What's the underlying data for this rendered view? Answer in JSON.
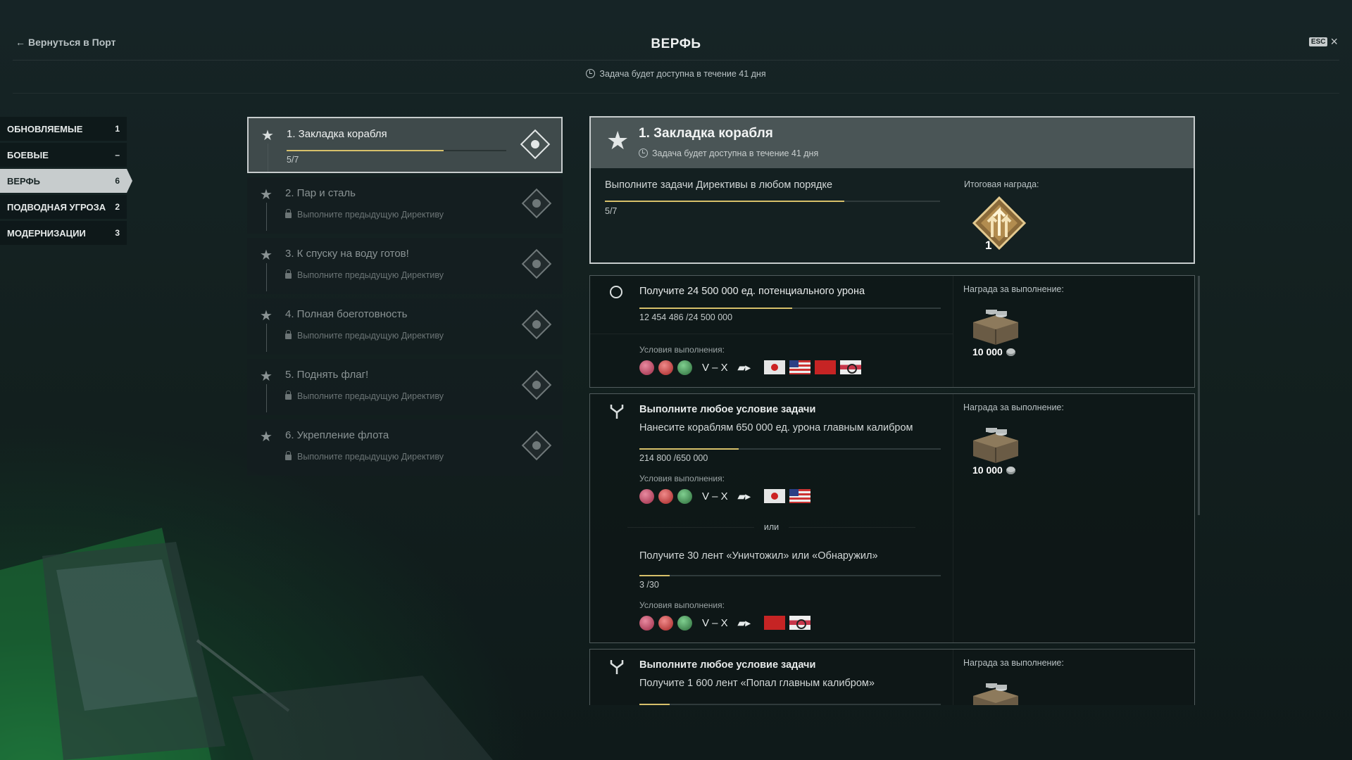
{
  "header": {
    "back_label": "Вернуться в Порт",
    "title": "ВЕРФЬ",
    "esc_label": "ESC",
    "timer": "Задача будет доступна в течение 41 дня"
  },
  "sidebar": {
    "items": [
      {
        "label": "ОБНОВЛЯЕМЫЕ",
        "count": "1"
      },
      {
        "label": "БОЕВЫЕ",
        "count": "–"
      },
      {
        "label": "ВЕРФЬ",
        "count": "6"
      },
      {
        "label": "ПОДВОДНАЯ УГРОЗА",
        "count": "2"
      },
      {
        "label": "МОДЕРНИЗАЦИИ",
        "count": "3"
      }
    ],
    "active_index": 2
  },
  "directives": [
    {
      "name": "1. Закладка корабля",
      "progress": "5/7",
      "progress_fraction": 0.714,
      "locked": false
    },
    {
      "name": "2. Пар и сталь",
      "lock_text": "Выполните предыдущую Директиву",
      "locked": true
    },
    {
      "name": "3. К спуску на воду готов!",
      "lock_text": "Выполните предыдущую Директиву",
      "locked": true
    },
    {
      "name": "4. Полная боеготовность",
      "lock_text": "Выполните предыдущую Директиву",
      "locked": true
    },
    {
      "name": "5. Поднять флаг!",
      "lock_text": "Выполните предыдущую Директиву",
      "locked": true
    },
    {
      "name": "6. Укрепление флота",
      "lock_text": "Выполните предыдущую Директиву",
      "locked": true
    }
  ],
  "detail": {
    "title": "1. Закладка корабля",
    "timer": "Задача будет доступна в течение 41 дня",
    "description": "Выполните задачи Директивы в любом порядке",
    "progress": "5/7",
    "progress_fraction": 0.714,
    "reward_label": "Итоговая награда:",
    "reward_value": "1",
    "tasks": [
      {
        "title": "Получите 24 500 000 ед. потенциального урона",
        "progress": "12 454 486 /24 500 000",
        "progress_fraction": 0.508,
        "conditions_label": "Условия выполнения:",
        "tier": "V – X",
        "flags": [
          "jp",
          "us",
          "su",
          "de"
        ],
        "reward_label": "Награда за выполнение:",
        "reward_value": "10 000"
      },
      {
        "title": "Выполните любое условие задачи",
        "option1": {
          "text": "Нанесите кораблям 650 000 ед. урона главным калибром",
          "progress": "214 800 /650 000",
          "progress_fraction": 0.33,
          "conditions_label": "Условия выполнения:",
          "tier": "V – X",
          "flags": [
            "jp",
            "us"
          ]
        },
        "or_label": "или",
        "option2": {
          "text": "Получите 30 лент «Уничтожил» или «Обнаружил»",
          "progress": "3 /30",
          "progress_fraction": 0.1,
          "conditions_label": "Условия выполнения:",
          "tier": "V – X",
          "flags": [
            "su",
            "de"
          ]
        },
        "reward_label": "Награда за выполнение:",
        "reward_value": "10 000"
      },
      {
        "title": "Выполните любое условие задачи",
        "option1_text": "Получите 1 600 лент «Попал главным калибром»",
        "reward_label": "Награда за выполнение:"
      }
    ]
  },
  "colors": {
    "accent_progress": "#d7c06a",
    "active_tab": "#c7cccd"
  }
}
